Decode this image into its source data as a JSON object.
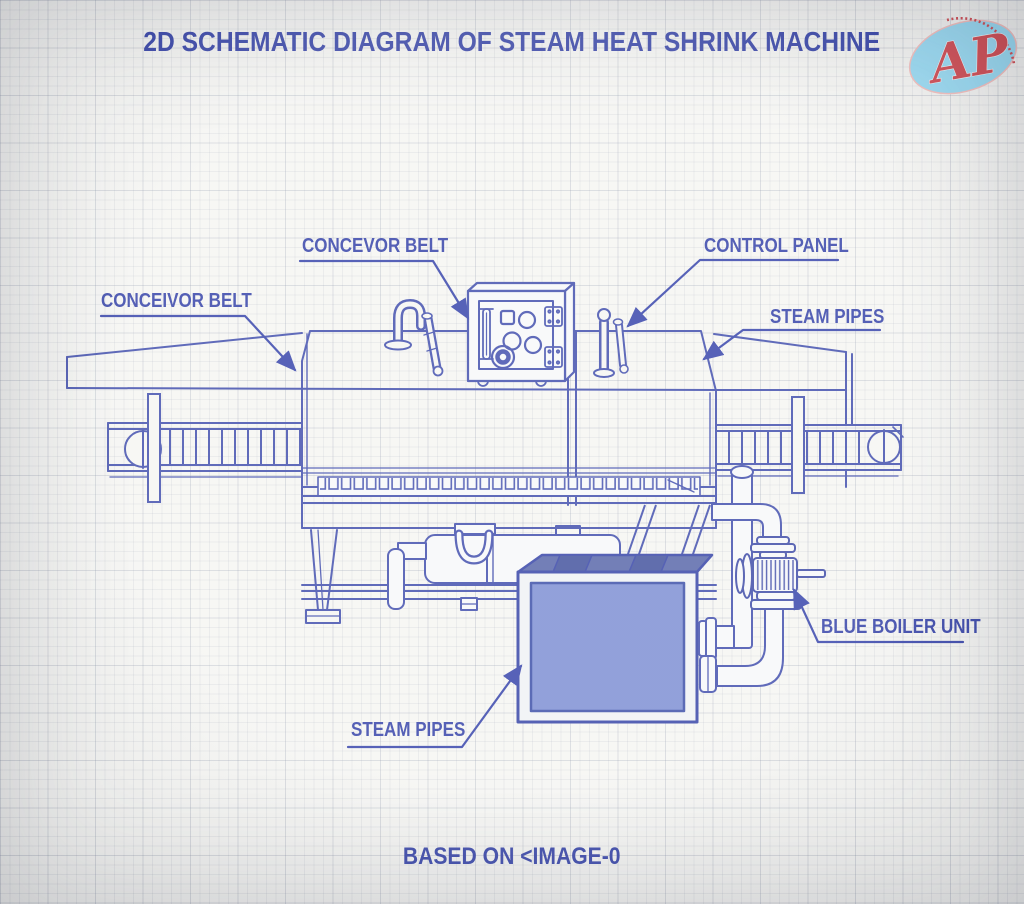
{
  "title": "2D SCHEMATIC DIAGRAM OF STEAM HEAT SHRINK MACHINE",
  "footer": "BASED ON <IMAGE-0",
  "logo": {
    "text": "AP"
  },
  "colors": {
    "ink": "#2b3aa3",
    "label_text": "#1c2b9d",
    "boiler_front": "#6e81ce",
    "boiler_top": "#44549f",
    "boiler_top_dark": "#2c3d92",
    "logo_ellipse": "#8ed7f2",
    "logo_text": "#cd3940",
    "paper": "#f4f4f1"
  },
  "labels": [
    {
      "id": "conveyor-belt-left",
      "text": "CONCEIVOR BELT"
    },
    {
      "id": "conveyor-belt-top",
      "text": "CONCEVOR BELT"
    },
    {
      "id": "control-panel",
      "text": "CONTROL PANEL"
    },
    {
      "id": "steam-pipes-right",
      "text": "STEAM PIPES"
    },
    {
      "id": "blue-boiler-unit",
      "text": "BLUE BOILER UNIT"
    },
    {
      "id": "steam-pipes-bottom",
      "text": "STEAM PIPES"
    }
  ]
}
